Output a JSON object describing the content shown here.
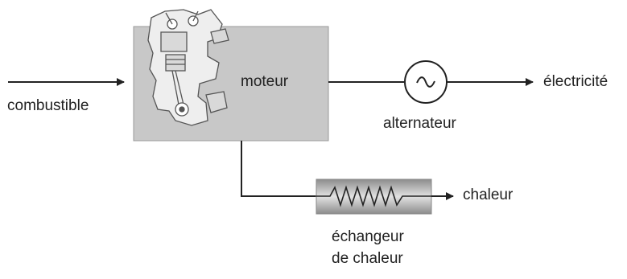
{
  "labels": {
    "input": "combustible",
    "engine": "moteur",
    "alternator": "alternateur",
    "electricity": "électricité",
    "heat": "chaleur",
    "exchanger_line1": "échangeur",
    "exchanger_line2": "de chaleur"
  },
  "colors": {
    "line": "#222222",
    "engine_box": "#c8c8c8",
    "engine_border": "#9a9a9a",
    "exchanger_light": "#dcdcdc",
    "exchanger_dark": "#8c8c8c",
    "alternator_fill": "#ffffff"
  }
}
